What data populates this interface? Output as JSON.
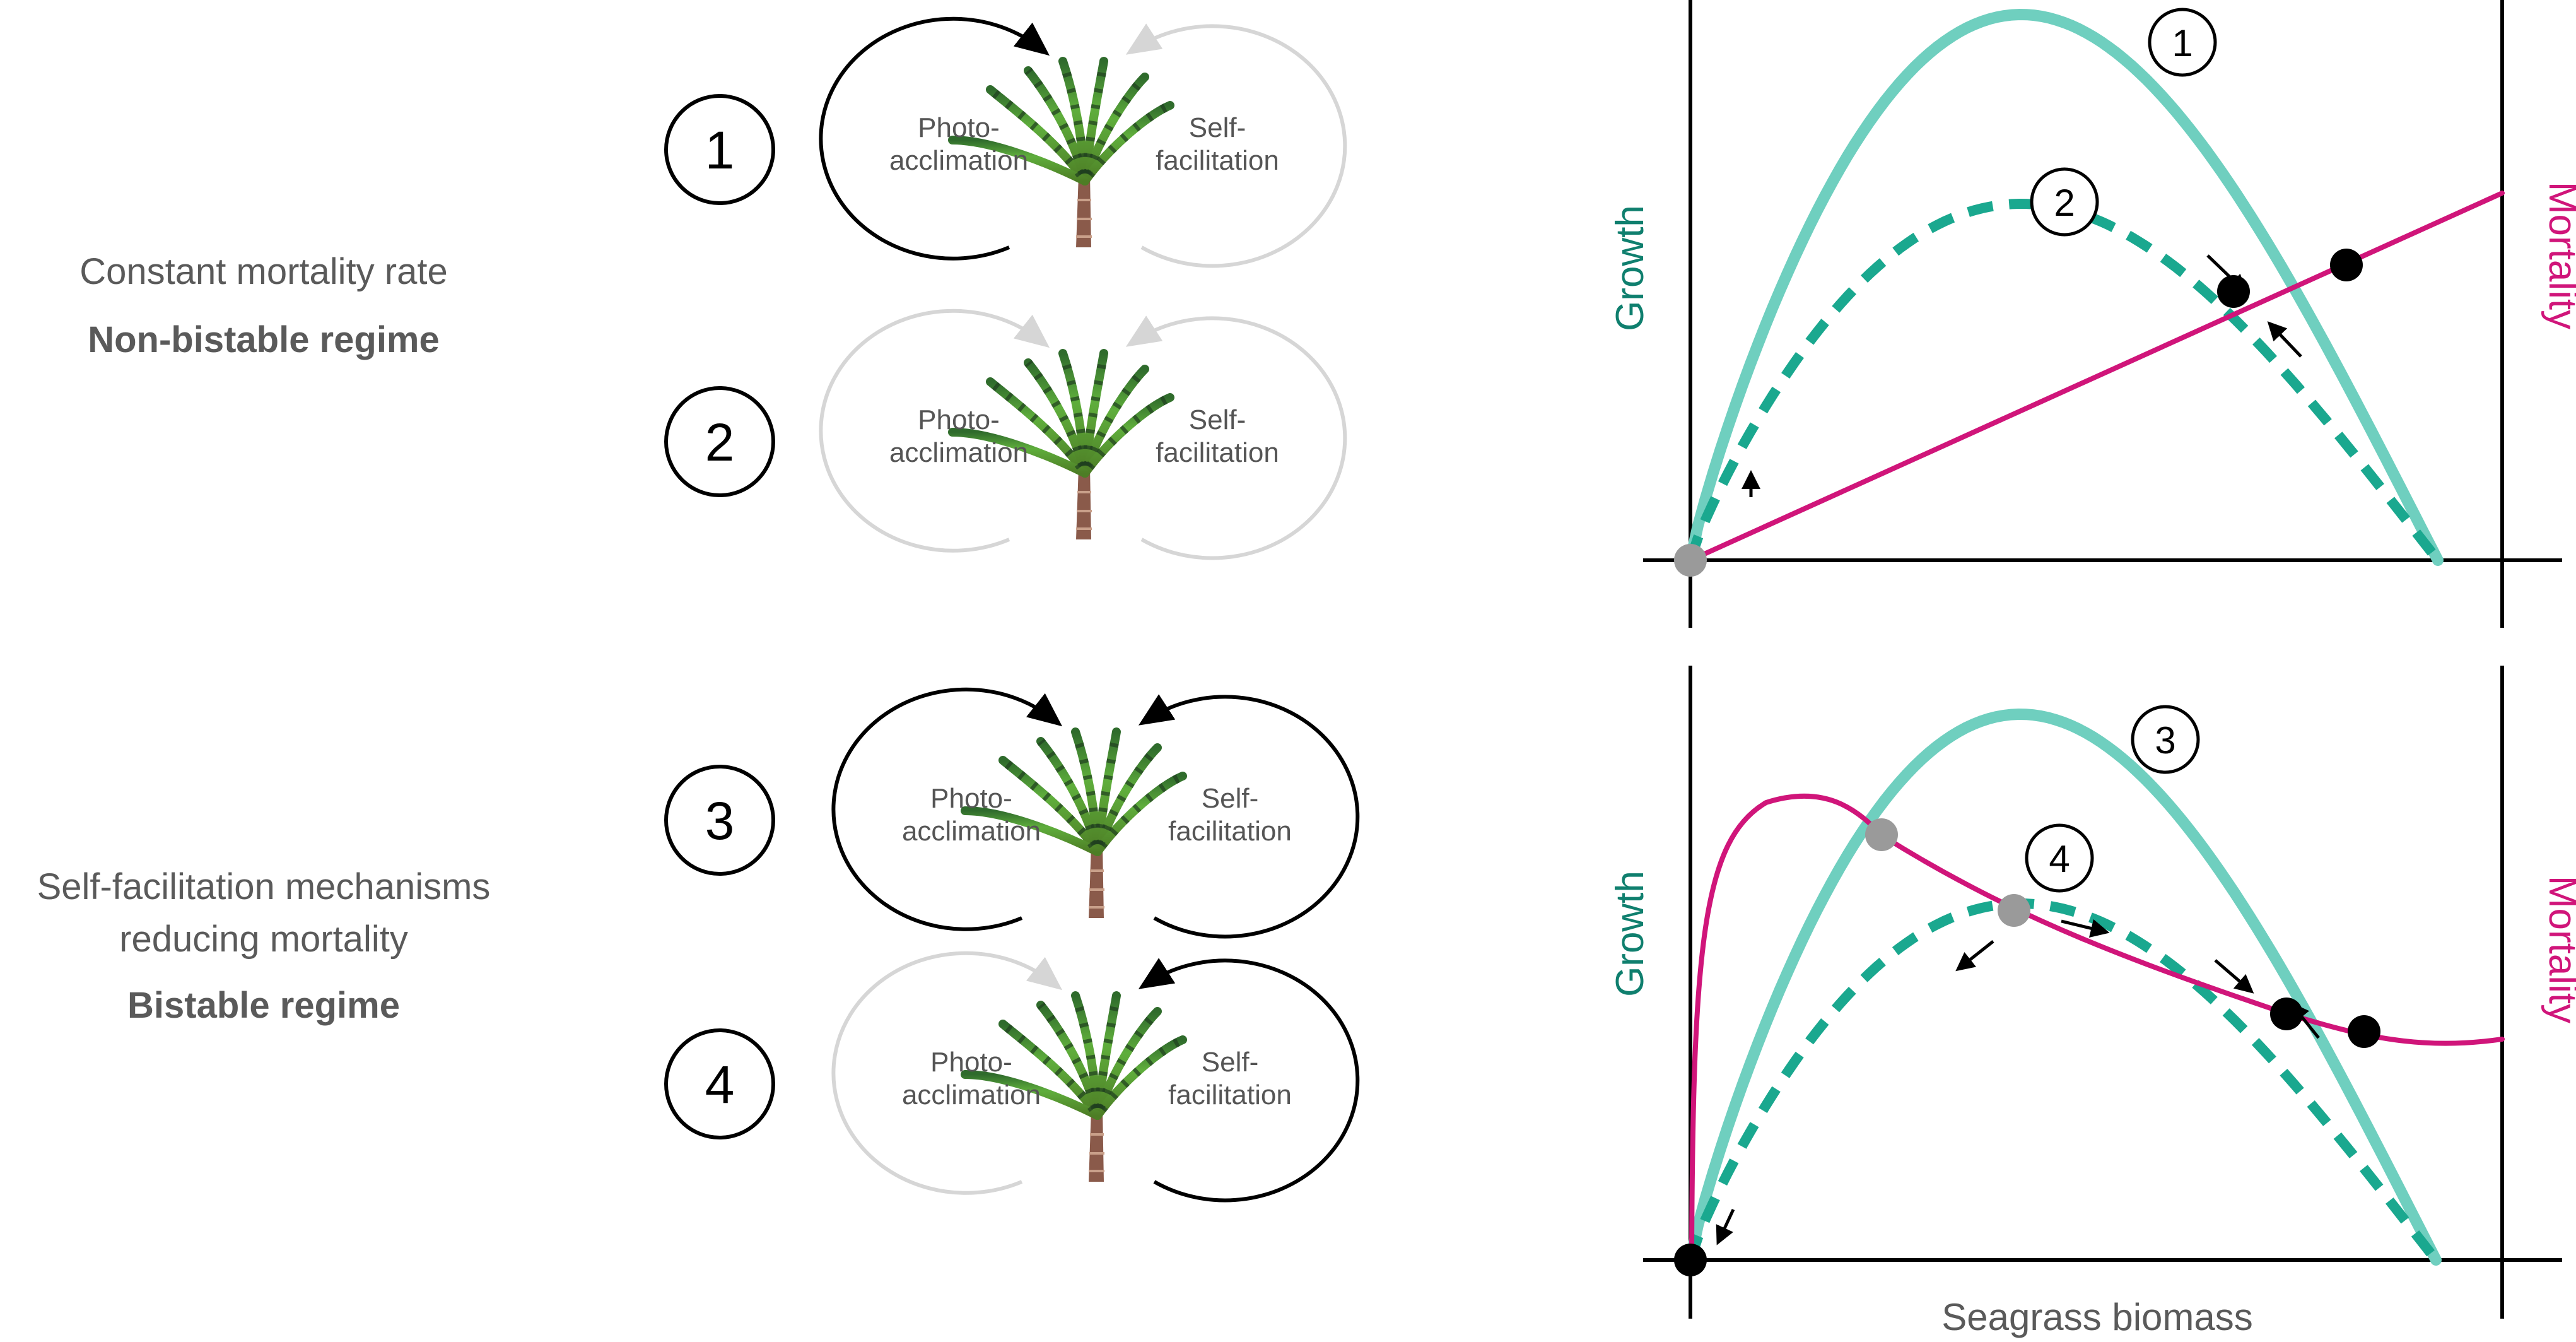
{
  "colors": {
    "growth": "#6fcfbf",
    "growth_dashed": "#1aa88f",
    "growth_label": "#0f7f6e",
    "mortality": "#d0157a",
    "stable_point": "#000000",
    "unstable_point": "#9a9a9a",
    "active_loop": "#000000",
    "inactive_loop": "#d6d6d6"
  },
  "regimes": [
    {
      "title": "Constant mortality rate",
      "subtitle": "",
      "regime": "Non-bistable regime"
    },
    {
      "title": "Self-facilitation mechanisms",
      "subtitle": "reducing mortality",
      "regime": "Bistable regime"
    }
  ],
  "scenarios": [
    {
      "number": "1",
      "photo_line1": "Photo-",
      "photo_line2": "acclimation",
      "self_line1": "Self-",
      "self_line2": "facilitation",
      "photo_active": true,
      "self_active": false
    },
    {
      "number": "2",
      "photo_line1": "Photo-",
      "photo_line2": "acclimation",
      "self_line1": "Self-",
      "self_line2": "facilitation",
      "photo_active": false,
      "self_active": false
    },
    {
      "number": "3",
      "photo_line1": "Photo-",
      "photo_line2": "acclimation",
      "self_line1": "Self-",
      "self_line2": "facilitation",
      "photo_active": true,
      "self_active": true
    },
    {
      "number": "4",
      "photo_line1": "Photo-",
      "photo_line2": "acclimation",
      "self_line1": "Self-",
      "self_line2": "facilitation",
      "photo_active": false,
      "self_active": true
    }
  ],
  "graphs": {
    "growth_label": "Growth",
    "mortality_label": "Mortality",
    "x_label": "Seagrass biomass",
    "top": {
      "solid_label": "1",
      "dashed_label": "2"
    },
    "bottom": {
      "solid_label": "3",
      "dashed_label": "4"
    }
  }
}
